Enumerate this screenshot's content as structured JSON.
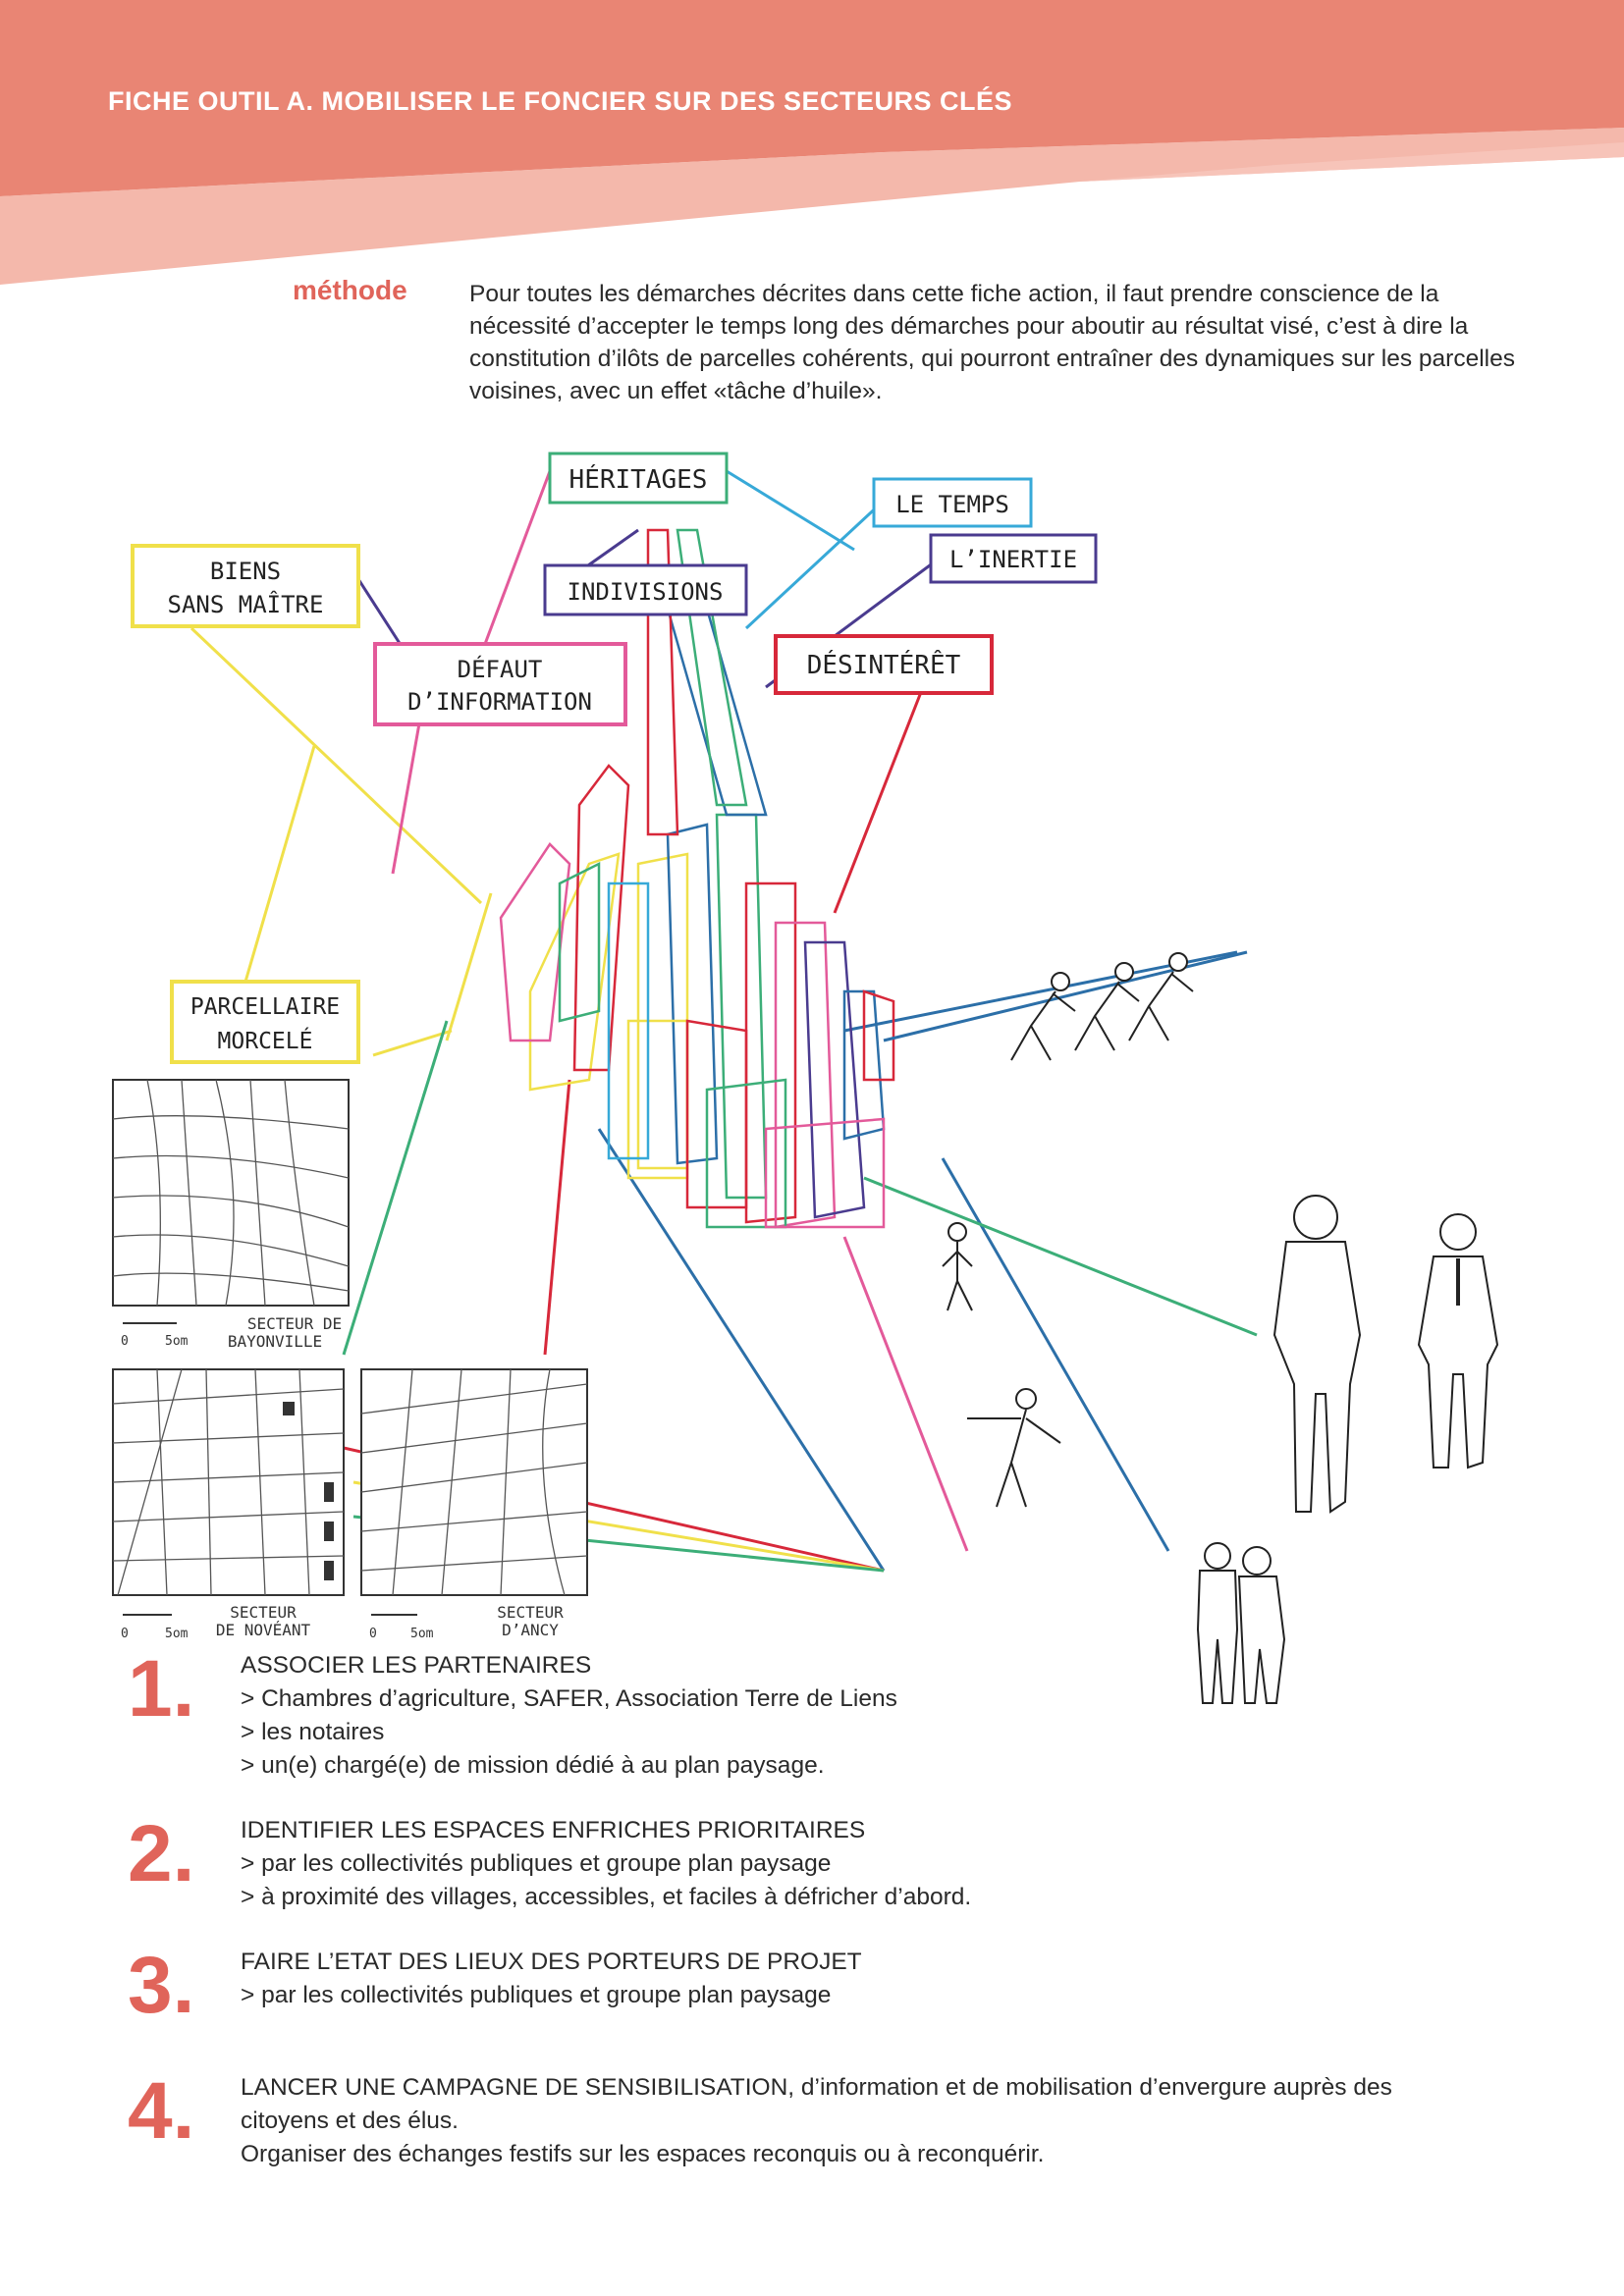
{
  "header": {
    "title": "FICHE OUTIL A. MOBILISER LE FONCIER SUR DES SECTEURS CLÉS"
  },
  "method": {
    "label": "méthode",
    "text": "Pour toutes les démarches décrites dans cette fiche action, il faut prendre conscience de la nécessité d’accepter le temps long des démarches pour aboutir au résultat visé, c’est à dire la constitution d’ilôts de parcelles cohérents, qui pourront entraîner des dynamiques sur les parcelles voisines, avec un effet «tâche d’huile»."
  },
  "diagram": {
    "labels": {
      "heritages": "HÉRITAGES",
      "le_temps": "LE TEMPS",
      "inertie": "L’INERTIE",
      "biens": [
        "BIENS",
        "SANS MAÎTRE"
      ],
      "indivisions": "INDIVISIONS",
      "defaut": [
        "DÉFAUT",
        "D’INFORMATION"
      ],
      "desinteret": "DÉSINTÉRÊT",
      "parcellaire": [
        "PARCELLAIRE",
        "MORCELÉ"
      ]
    },
    "maps": [
      {
        "scale_zero": "0",
        "scale_unit": "5om",
        "name": [
          "SECTEUR DE",
          "BAYONVILLE"
        ]
      },
      {
        "scale_zero": "0",
        "scale_unit": "5om",
        "name": [
          "SECTEUR",
          "DE NOVÉANT"
        ]
      },
      {
        "scale_zero": "0",
        "scale_unit": "5om",
        "name": [
          "SECTEUR",
          "D’ANCY"
        ]
      }
    ],
    "colors": {
      "yellow": "#f0e04a",
      "pink": "#e35a9a",
      "green": "#3cae78",
      "red": "#d7283a",
      "blue": "#2c6fa8",
      "sky": "#37a9d8",
      "purple": "#4a3b8f",
      "accent": "#e0645a"
    }
  },
  "steps": [
    {
      "number": "1.",
      "lines": [
        "ASSOCIER LES PARTENAIRES",
        "> Chambres d’agriculture, SAFER, Association Terre de Liens",
        "> les notaires",
        "> un(e) chargé(e) de mission dédié à au plan paysage."
      ]
    },
    {
      "number": "2.",
      "lines": [
        "IDENTIFIER LES ESPACES ENFRICHES PRIORITAIRES",
        "> par les collectivités publiques et groupe plan paysage",
        "> à proximité des villages, accessibles, et faciles à défricher d’abord."
      ]
    },
    {
      "number": "3.",
      "lines": [
        "FAIRE L’ETAT DES LIEUX DES PORTEURS DE PROJET",
        "> par les collectivités publiques et groupe plan paysage"
      ]
    },
    {
      "number": "4.",
      "lines": [
        "LANCER UNE CAMPAGNE DE SENSIBILISATION, d’information et de mobilisation d’envergure auprès des",
        "citoyens et des élus.",
        "Organiser des échanges festifs sur les espaces reconquis ou à reconquérir."
      ]
    }
  ]
}
